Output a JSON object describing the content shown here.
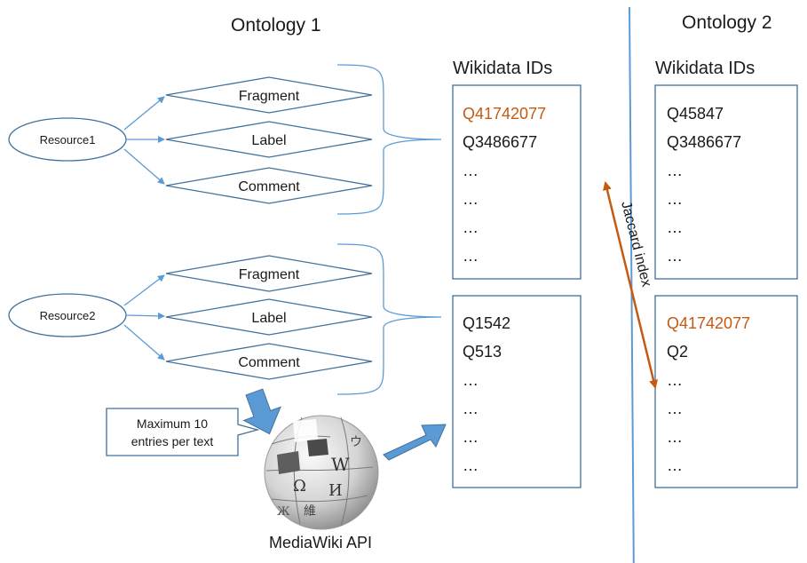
{
  "titles": {
    "ontology1": "Ontology 1",
    "ontology2": "Ontology 2"
  },
  "headers": {
    "left": "Wikidata IDs",
    "right": "Wikidata IDs"
  },
  "resources": [
    {
      "label": "Resource1",
      "fields": [
        "Fragment",
        "Label",
        "Comment"
      ]
    },
    {
      "label": "Resource2",
      "fields": [
        "Fragment",
        "Label",
        "Comment"
      ]
    }
  ],
  "id_boxes": {
    "left_top": [
      "Q41742077",
      "Q3486677",
      "…",
      "…",
      "…",
      "…"
    ],
    "left_bottom": [
      "Q1542",
      "Q513",
      "…",
      "…",
      "…",
      "…"
    ],
    "right_top": [
      "Q45847",
      "Q3486677",
      "…",
      "…",
      "…",
      "…"
    ],
    "right_bottom": [
      "Q41742077",
      "Q2",
      "…",
      "…",
      "…",
      "…"
    ]
  },
  "highlight": {
    "id": "Q41742077",
    "color": "#c55a11"
  },
  "jaccard_label": "Jaccard index",
  "note": {
    "line1": "Maximum 10",
    "line2": "entries per text"
  },
  "api_label": "MediaWiki API",
  "colors": {
    "flow_arrow": "#5b9bd5",
    "divider": "#5b9bd5",
    "jaccard_arrow": "#c55a11",
    "outline": "#41719c"
  }
}
